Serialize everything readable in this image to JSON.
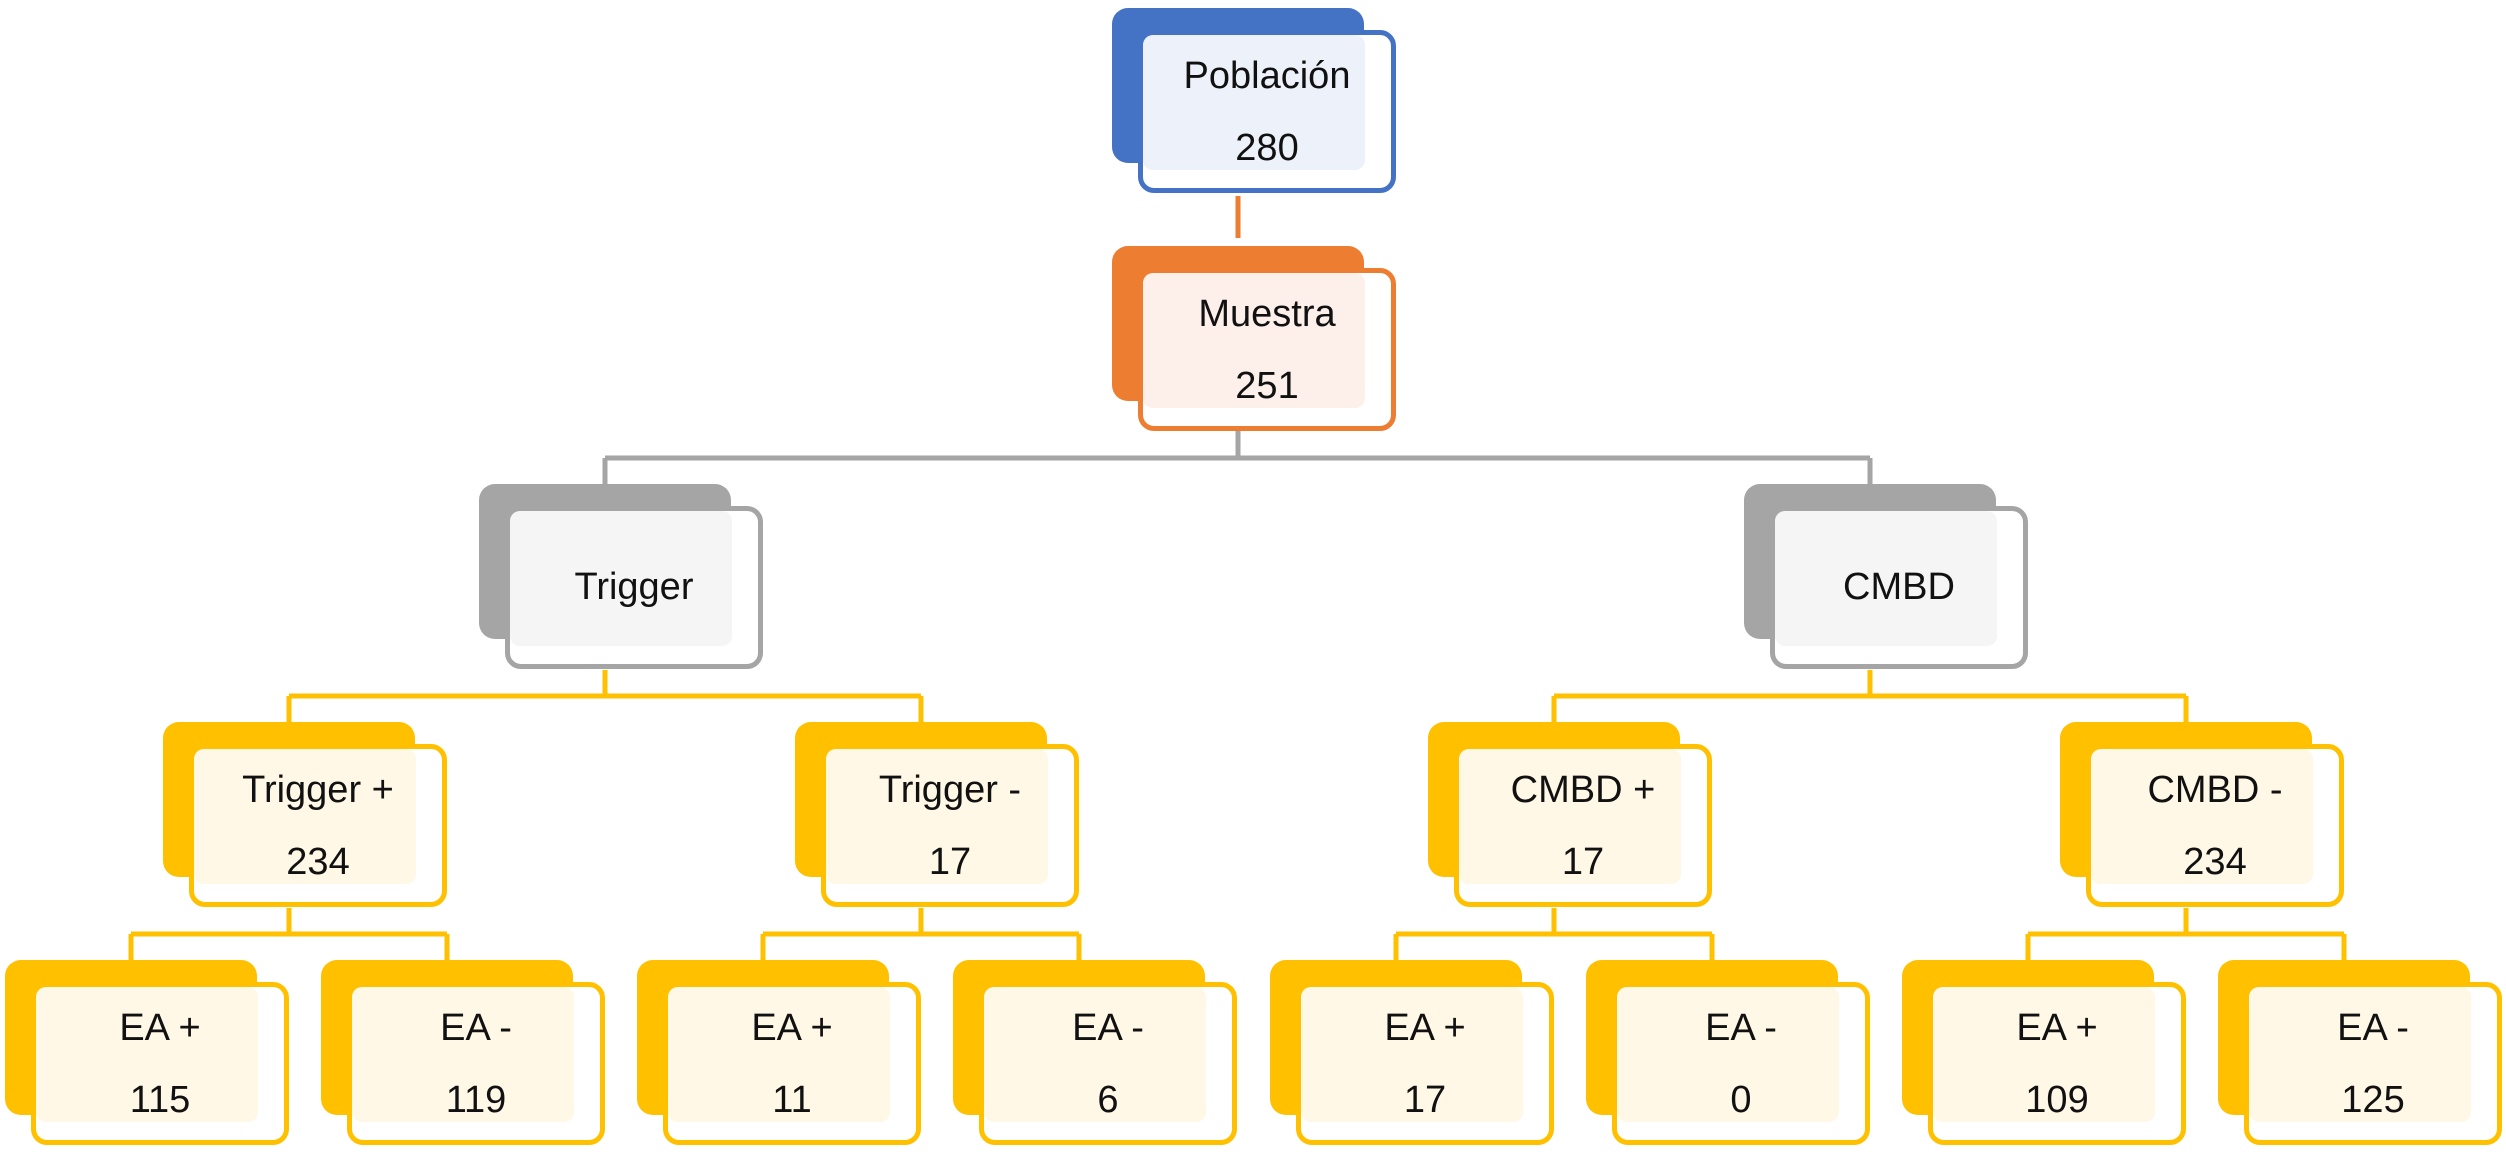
{
  "colors": {
    "poblacion": "#4472c4",
    "muestra": "#ed7d31",
    "method": "#a5a5a5",
    "result": "#ffc000"
  },
  "nodes": {
    "poblacion": {
      "label": "Población",
      "value": "280"
    },
    "muestra": {
      "label": "Muestra",
      "value": "251"
    },
    "trigger": {
      "label": "Trigger"
    },
    "cmbd": {
      "label": "CMBD"
    },
    "trigger_pos": {
      "label": "Trigger +",
      "value": "234"
    },
    "trigger_neg": {
      "label": "Trigger -",
      "value": "17"
    },
    "cmbd_pos": {
      "label": "CMBD +",
      "value": "17"
    },
    "cmbd_neg": {
      "label": "CMBD -",
      "value": "234"
    },
    "trigger_pos_ea_pos": {
      "label": "EA +",
      "value": "115"
    },
    "trigger_pos_ea_neg": {
      "label": "EA -",
      "value": "119"
    },
    "trigger_neg_ea_pos": {
      "label": "EA +",
      "value": "11"
    },
    "trigger_neg_ea_neg": {
      "label": "EA -",
      "value": "6"
    },
    "cmbd_pos_ea_pos": {
      "label": "EA +",
      "value": "17"
    },
    "cmbd_pos_ea_neg": {
      "label": "EA -",
      "value": "0"
    },
    "cmbd_neg_ea_pos": {
      "label": "EA +",
      "value": "109"
    },
    "cmbd_neg_ea_neg": {
      "label": "EA -",
      "value": "125"
    }
  }
}
